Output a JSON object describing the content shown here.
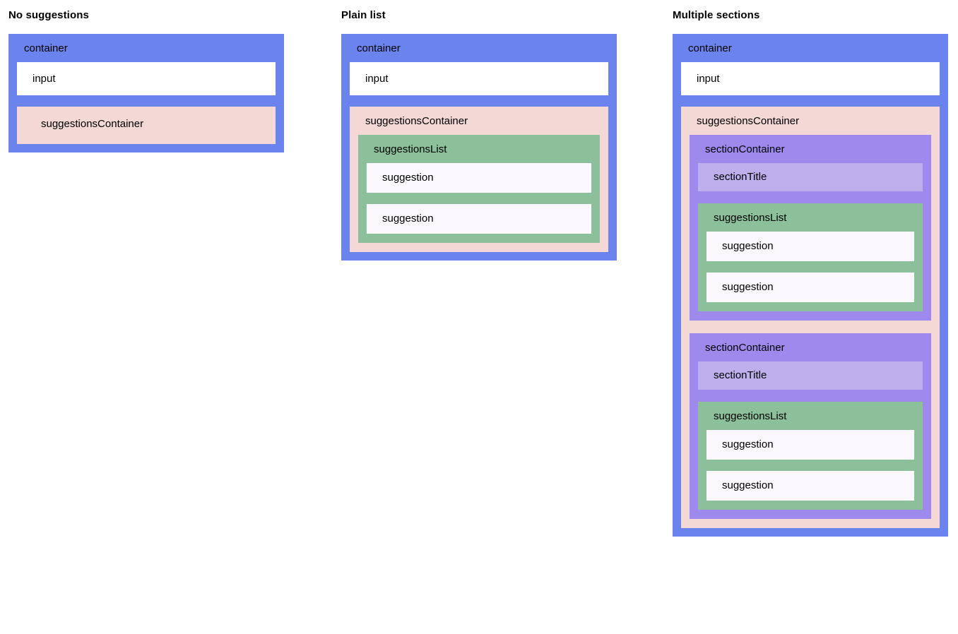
{
  "columns": [
    {
      "heading": "No suggestions",
      "container_label": "container",
      "input_label": "input",
      "suggestions_container_label": "suggestionsContainer",
      "has_list": false,
      "sections": []
    },
    {
      "heading": "Plain list",
      "container_label": "container",
      "input_label": "input",
      "suggestions_container_label": "suggestionsContainer",
      "has_list": true,
      "suggestions_list_label": "suggestionsList",
      "suggestions": [
        "suggestion",
        "suggestion"
      ],
      "sections": []
    },
    {
      "heading": "Multiple sections",
      "container_label": "container",
      "input_label": "input",
      "suggestions_container_label": "suggestionsContainer",
      "has_list": false,
      "sections": [
        {
          "section_container_label": "sectionContainer",
          "section_title_label": "sectionTitle",
          "suggestions_list_label": "suggestionsList",
          "suggestions": [
            "suggestion",
            "suggestion"
          ]
        },
        {
          "section_container_label": "sectionContainer",
          "section_title_label": "sectionTitle",
          "suggestions_list_label": "suggestionsList",
          "suggestions": [
            "suggestion",
            "suggestion"
          ]
        }
      ]
    }
  ],
  "colors": {
    "container": "#6b83ec",
    "input": "#ffffff",
    "suggestions_container": "#f3d8d6",
    "section_container": "#9e89ec",
    "section_title": "#bdafec",
    "suggestions_list": "#8bc09b",
    "suggestion": "#faf8fc",
    "page_background": "#ffffff",
    "text": "#000000"
  }
}
